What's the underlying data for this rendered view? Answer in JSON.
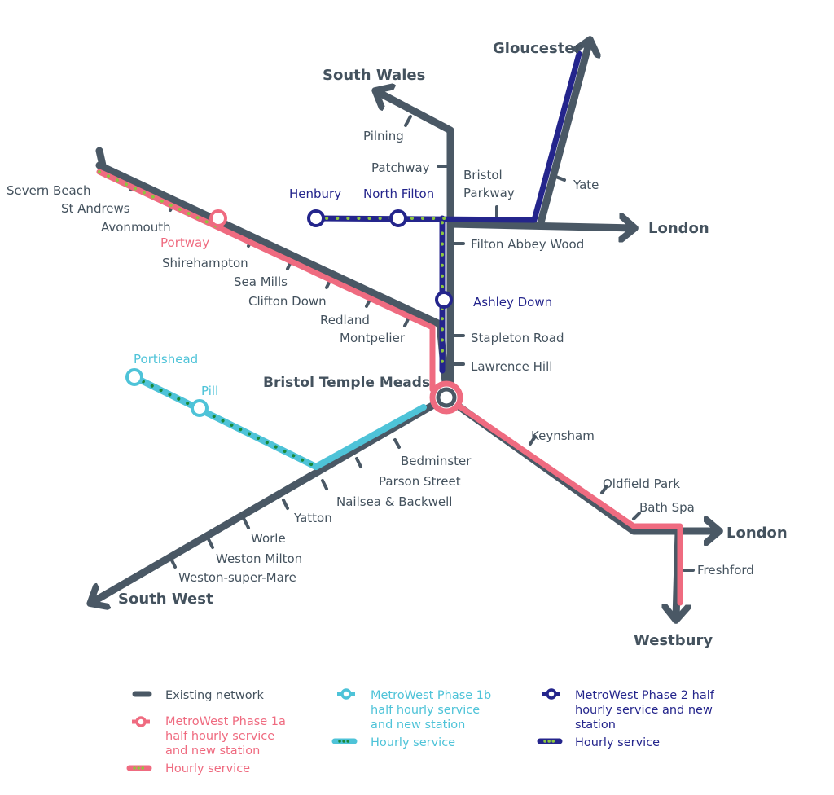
{
  "colors": {
    "existing": "#4a5865",
    "phase1a": "#ef6b80",
    "phase1b": "#4ec3d8",
    "phase2": "#24258c",
    "hourly_green": "#8dc63f",
    "hourly_darkgreen": "#1a8a3a"
  },
  "destinations": {
    "south_wales": "South Wales",
    "gloucester": "Gloucester",
    "london_north": "London",
    "london_east": "London",
    "westbury": "Westbury",
    "south_west": "South West"
  },
  "hub": "Bristol Temple Meads",
  "stations": {
    "pilning": "Pilning",
    "patchway": "Patchway",
    "bristol_parkway": [
      "Bristol",
      "Parkway"
    ],
    "yate": "Yate",
    "henbury": "Henbury",
    "north_filton": "North Filton",
    "filton_abbey_wood": "Filton Abbey Wood",
    "ashley_down": "Ashley Down",
    "stapleton_road": "Stapleton Road",
    "lawrence_hill": "Lawrence Hill",
    "severn_beach": "Severn Beach",
    "st_andrews": "St Andrews",
    "avonmouth": "Avonmouth",
    "portway": "Portway",
    "shirehampton": "Shirehampton",
    "sea_mills": "Sea Mills",
    "clifton_down": "Clifton Down",
    "redland": "Redland",
    "montpelier": "Montpelier",
    "portishead": "Portishead",
    "pill": "Pill",
    "bedminster": "Bedminster",
    "parson_street": "Parson Street",
    "nailsea": "Nailsea & Backwell",
    "yatton": "Yatton",
    "worle": "Worle",
    "weston_milton": "Weston Milton",
    "weston_super_mare": "Weston-super-Mare",
    "keynsham": "Keynsham",
    "oldfield_park": "Oldfield Park",
    "bath_spa": "Bath Spa",
    "freshford": "Freshford"
  },
  "legend": {
    "existing": "Existing network",
    "phase1a": [
      "MetroWest Phase 1a",
      "half hourly service",
      "and new station"
    ],
    "phase1a_hourly": "Hourly service",
    "phase1b": [
      "MetroWest Phase 1b",
      "half hourly service",
      "and new station"
    ],
    "phase1b_hourly": "Hourly service",
    "phase2": [
      "MetroWest Phase 2 half",
      "hourly service and new",
      "station"
    ],
    "phase2_hourly": "Hourly service"
  }
}
